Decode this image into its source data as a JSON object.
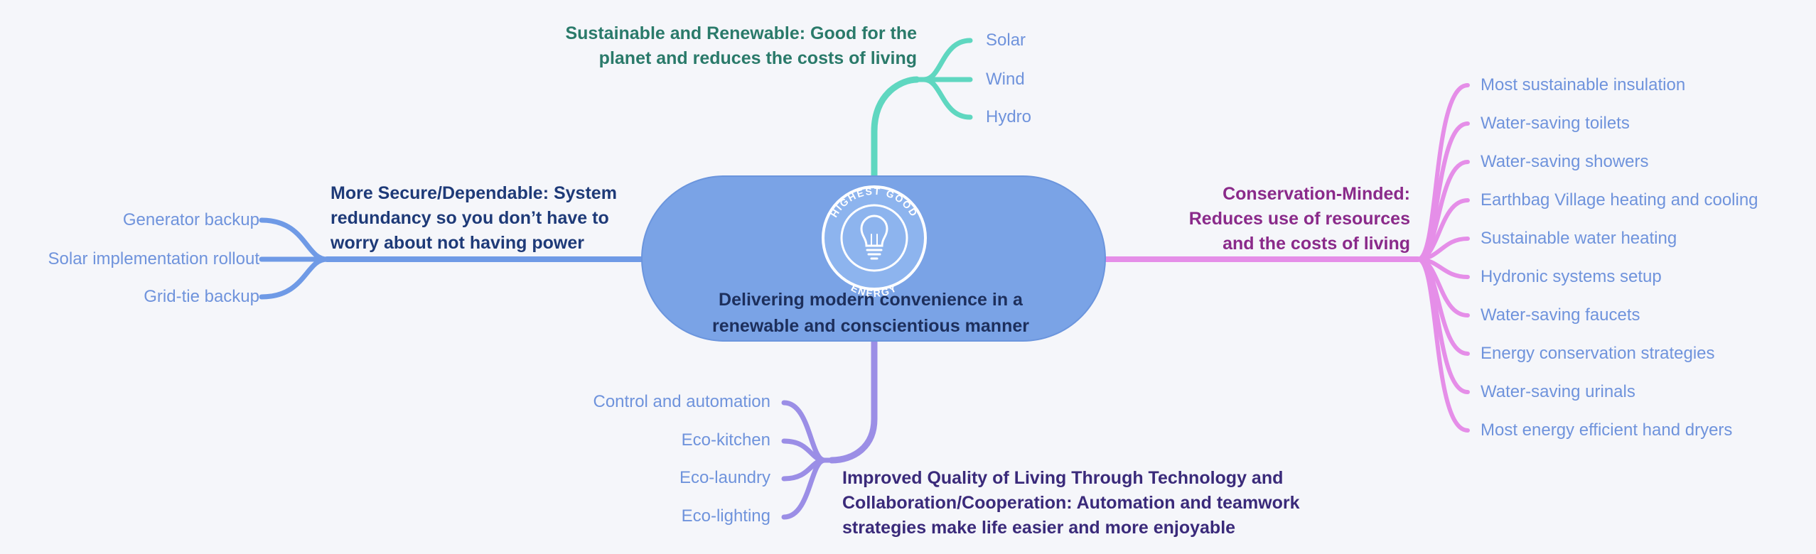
{
  "root": {
    "label_line1": "Delivering modern convenience in a",
    "label_line2": "renewable and conscientious manner",
    "logo_top_text": "HIGHEST GOOD",
    "logo_bottom_text": "ENERGY",
    "logo_icon": "lightbulb-icon"
  },
  "colors": {
    "root_fill": "#7aa3e6",
    "teal": "#5fd7c0",
    "blue": "#6f9ae6",
    "pink": "#e58ee8",
    "purple": "#9b8ee6",
    "leaf_text": "#6f93dc"
  },
  "branches": {
    "top": {
      "title_line1": "Sustainable and Renewable: Good for the",
      "title_line2": "planet and reduces the costs of living",
      "color": "#2a7a6a",
      "children": [
        "Solar",
        "Wind",
        "Hydro"
      ]
    },
    "left": {
      "title_line1": "More Secure/Dependable: System",
      "title_line2": "redundancy so you don’t have to",
      "title_line3": "worry about not having power",
      "color": "#1e3a78",
      "children": [
        "Generator backup",
        "Solar implementation rollout",
        "Grid-tie backup"
      ]
    },
    "right": {
      "title_line1": "Conservation-Minded:",
      "title_line2": "Reduces use of resources",
      "title_line3": "and the costs of living",
      "color": "#8a2a8a",
      "children": [
        "Most sustainable insulation",
        "Water-saving toilets",
        "Water-saving showers",
        "Earthbag Village heating and cooling",
        "Sustainable water heating",
        "Hydronic systems setup",
        "Water-saving faucets",
        "Energy conservation strategies",
        "Water-saving urinals",
        "Most energy efficient hand dryers"
      ]
    },
    "bottom": {
      "title_line1": "Improved Quality of Living Through Technology and",
      "title_line2": "Collaboration/Cooperation: Automation and teamwork",
      "title_line3": "strategies make life easier and more enjoyable",
      "color": "#3a2a7a",
      "children": [
        "Control and automation",
        "Eco-kitchen",
        "Eco-laundry",
        "Eco-lighting"
      ]
    }
  }
}
